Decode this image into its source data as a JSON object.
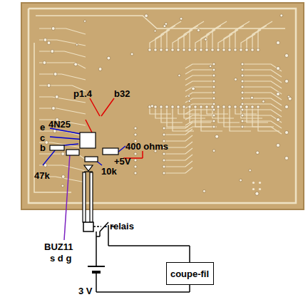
{
  "diagram": {
    "nodes": [
      {
        "text": [
          "coupe-fil"
        ]
      }
    ],
    "labels": [
      "p1.4",
      "b32",
      "e",
      "c",
      "b",
      "4N25",
      "400 ohms",
      "+5V",
      "47k",
      "10k",
      "BUZ11",
      "s d g",
      "- relais",
      "3 V"
    ]
  }
}
